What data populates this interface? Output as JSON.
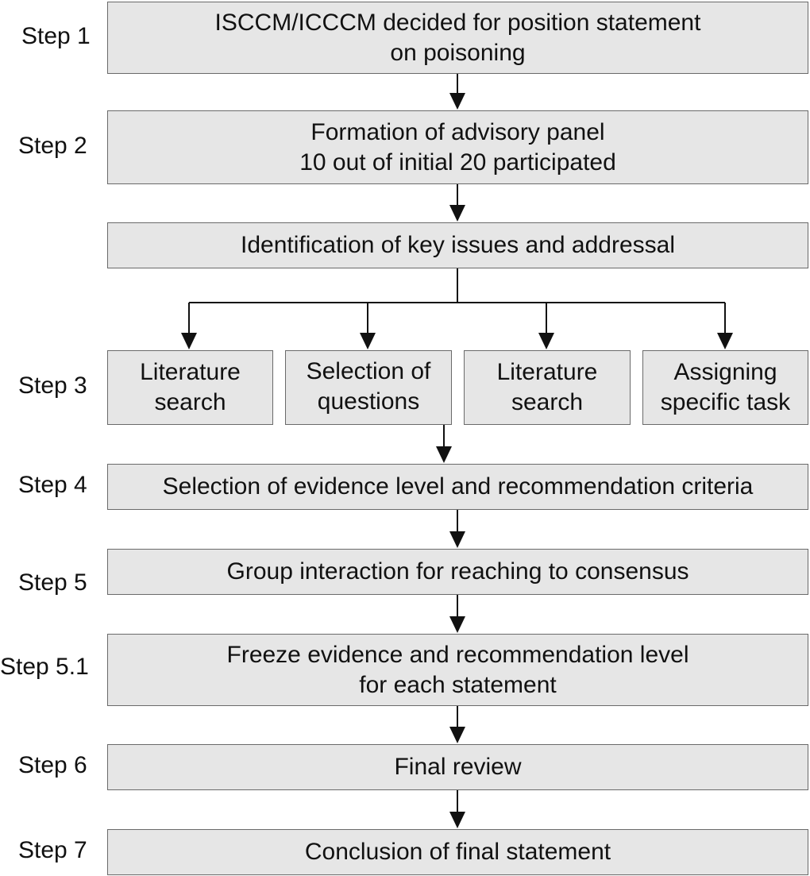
{
  "colors": {
    "box_fill": "#e6e6e6",
    "box_border": "#6a6a6a",
    "arrow": "#111111",
    "text": "#111111"
  },
  "steps": {
    "s1": "Step 1",
    "s2": "Step 2",
    "s3": "Step 3",
    "s4": "Step 4",
    "s5": "Step 5",
    "s51": "Step 5.1",
    "s6": "Step 6",
    "s7": "Step 7"
  },
  "boxes": {
    "decision": [
      "ISCCM/ICCCM decided for position statement",
      "on poisoning"
    ],
    "panel": [
      "Formation of advisory panel",
      "10 out of initial 20 participated"
    ],
    "issues": [
      "Identification of key issues and addressal"
    ],
    "lit_search_1": [
      "Literature",
      "search"
    ],
    "question_selection": [
      "Selection of",
      "questions"
    ],
    "lit_search_2": [
      "Literature",
      "search"
    ],
    "task_assignment": [
      "Assigning",
      "specific task"
    ],
    "evidence_criteria": [
      "Selection of evidence level and recommendation criteria"
    ],
    "group_interaction": [
      "Group interaction for reaching to consensus"
    ],
    "freeze": [
      "Freeze evidence and recommendation level",
      "for each statement"
    ],
    "final_review": [
      "Final review"
    ],
    "conclusion": [
      "Conclusion of final statement"
    ]
  }
}
